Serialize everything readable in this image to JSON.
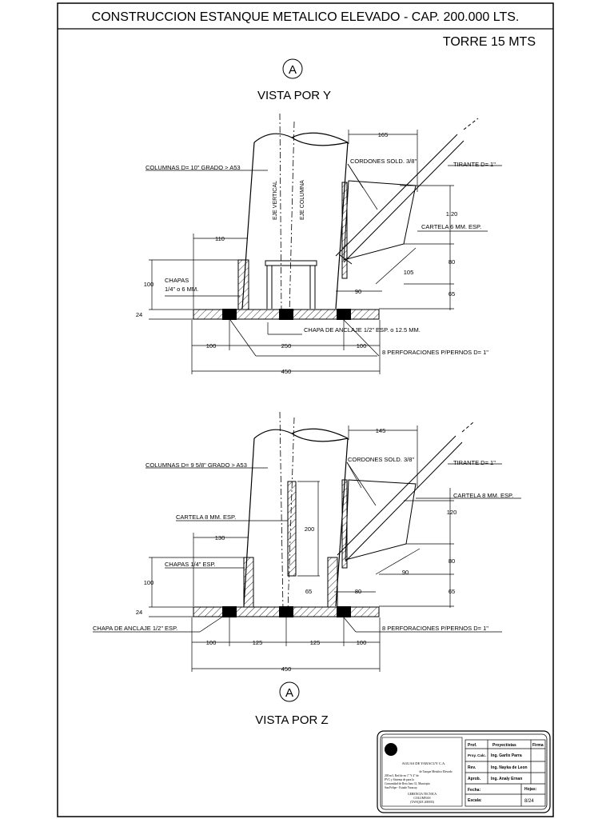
{
  "header": {
    "title": "CONSTRUCCION ESTANQUE METALICO ELEVADO - CAP. 200.000 LTS.",
    "subtitle": "TORRE 15 MTS"
  },
  "view_y": {
    "marker": "A",
    "title": "VISTA POR Y",
    "labels": {
      "columnas": "COLUMNAS D= 10\" GRADO > A53",
      "eje_vertical": "EJE VERTICAL",
      "eje_columna": "EJE COLUMNA",
      "cordones": "CORDONES SOLD. 3/8\"",
      "tirante": "TIRANTE D= 1\"",
      "cartela": "CARTELA 6 MM. ESP.",
      "chapas_1": "CHAPAS",
      "chapas_2": "1/4\" o 6 MM.",
      "chapa_anclaje": "CHAPA DE ANCLAJE 1/2\" ESP. o 12.5 MM.",
      "perforaciones": "8 PERFORACIONES P/PERNOS D= 1\""
    },
    "dims": {
      "d165": "165",
      "d120": "1.20",
      "d80": "80",
      "d105": "105",
      "d90": "90",
      "d65": "65",
      "d110": "110",
      "d100v": "100",
      "d24": "24",
      "d100a": "100",
      "d250": "250",
      "d100b": "100",
      "d450": "450"
    }
  },
  "view_z": {
    "marker": "A",
    "title": "VISTA POR Z",
    "labels": {
      "columnas": "COLUMNAS D= 9 5/8\" GRADO > A53",
      "cordones": "CORDONES SOLD. 3/8\"",
      "tirante": "TIRANTE D= 1\"",
      "cartela_r": "CARTELA 8 MM. ESP.",
      "cartela_l": "CARTELA 8 MM. ESP.",
      "chapas": "CHAPAS 1/4\" ESP.",
      "chapa_anclaje": "CHAPA DE ANCLAJE 1/2\" ESP.",
      "perforaciones": "8 PERFORACIONES P/PERNOS D= 1\""
    },
    "dims": {
      "d145": "145",
      "d120": "120",
      "d200": "200",
      "d80a": "80",
      "d90": "90",
      "d65r": "65",
      "d80b": "80",
      "d65": "65",
      "d130": "130",
      "d100v": "100",
      "d24": "24",
      "d100a": "100",
      "d125a": "125",
      "d125b": "125",
      "d100b": "100",
      "d450": "450"
    }
  },
  "title_block": {
    "org": "AGUAS DE YARACUY C.A.",
    "desc_lines": [
      "de Tanque Metalico Elevado",
      "200 m3, Red de          en 1\" Y 4\" de",
      "PVC y Sistema de          para la",
      "Comunidad de Reta Juez 31, Municipio",
      "San Felipe - Estado Yaracuy."
    ],
    "dept_lines": [
      "GERENCIA TECNICA",
      "COLUMNAS",
      "(TANQUE 200M3)"
    ],
    "rows": [
      {
        "role": "Prof.",
        "name": "Proyectistas",
        "extra": "Firma"
      },
      {
        "role": "Proy. Calc.",
        "name": "Ing. Garlix Parra",
        "extra": ""
      },
      {
        "role": "Rev.",
        "name": "Ing. Nayka de Leon",
        "extra": ""
      },
      {
        "role": "Aprob.",
        "name": "Ing. Analy Ernan",
        "extra": ""
      },
      {
        "role": "Fecha:",
        "name": "",
        "extra": "Hojas:"
      },
      {
        "role": "Escala:",
        "name": "",
        "extra": "8/24"
      }
    ]
  }
}
